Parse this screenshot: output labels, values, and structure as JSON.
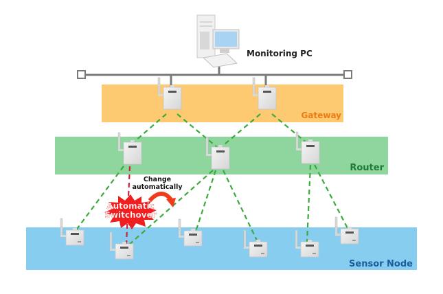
{
  "title": "Wireless network topology with automatic switchover",
  "monitoring_pc": {
    "label": "Monitoring PC"
  },
  "layers": [
    {
      "id": "gateway",
      "label": "Gateway",
      "fill": "#FDCA72",
      "label_color": "#EE7A12"
    },
    {
      "id": "router",
      "label": "Router",
      "fill": "#8ED59E",
      "label_color": "#1E7A38"
    },
    {
      "id": "sensor",
      "label": "Sensor Node",
      "fill": "#86CDF0",
      "label_color": "#1B5E9E"
    }
  ],
  "annotations": {
    "change_line1": "Change",
    "change_line2": "automatically",
    "burst_line1": "Automatic",
    "burst_line2": "Switchover"
  },
  "colors": {
    "wireless_link": "#3BAA3B",
    "failed_link": "#D0213A",
    "bus": "#7A7A7A",
    "burst": "#F01E1E",
    "arrow": "#F23A1C"
  },
  "nodes": {
    "gateways": [
      "gw1",
      "gw2"
    ],
    "routers": [
      "r1",
      "r2",
      "r3"
    ],
    "sensors": [
      "s1",
      "s2",
      "s3",
      "s4",
      "s5",
      "s6"
    ]
  },
  "links": [
    {
      "from": "gw1",
      "to": "r1",
      "type": "wireless"
    },
    {
      "from": "gw1",
      "to": "r2",
      "type": "wireless"
    },
    {
      "from": "gw2",
      "to": "r2",
      "type": "wireless"
    },
    {
      "from": "gw2",
      "to": "r3",
      "type": "wireless"
    },
    {
      "from": "r1",
      "to": "s1",
      "type": "wireless"
    },
    {
      "from": "r1",
      "to": "s2",
      "type": "failed"
    },
    {
      "from": "r2",
      "to": "s2",
      "type": "wireless"
    },
    {
      "from": "r2",
      "to": "s3",
      "type": "wireless"
    },
    {
      "from": "r2",
      "to": "s4",
      "type": "wireless"
    },
    {
      "from": "r3",
      "to": "s5",
      "type": "wireless"
    },
    {
      "from": "r3",
      "to": "s6",
      "type": "wireless"
    }
  ]
}
